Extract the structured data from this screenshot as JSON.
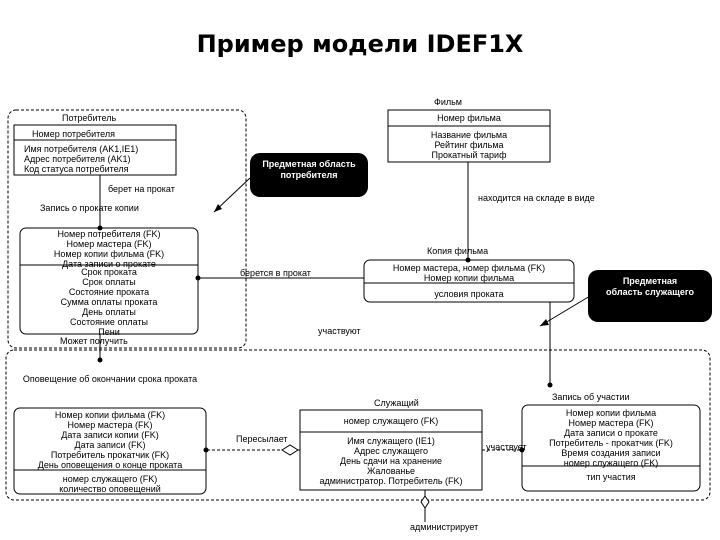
{
  "title": "Пример модели IDEF1X",
  "entities": {
    "consumer": {
      "name": "Потребитель",
      "key": [
        "Номер потребителя"
      ],
      "attrs": [
        "Имя потребителя (AK1,IE1)",
        "Адрес потребителя (AK1)",
        "Код статуса потребителя"
      ]
    },
    "film": {
      "name": "Фильм",
      "key": [
        "Номер фильма"
      ],
      "attrs": [
        "Название фильма",
        "Рейтинг фильма",
        "Прокатный тариф"
      ]
    },
    "rental_record": {
      "name": "Запись о прокате копии",
      "key": [
        "Номер потребителя (FK)",
        "Номер мастера (FK)",
        "Номер копии фильма (FK)",
        "Дата записи о прокате"
      ],
      "attrs": [
        "Срок проката",
        "Срок оплаты",
        "Состояние проката",
        "Сумма оплаты проката",
        "День оплаты",
        "Состояние оплаты",
        "Пени"
      ]
    },
    "film_copy": {
      "name": "Копия фильма",
      "key": [
        "Номер мастера, номер фильма (FK)",
        "Номер копии фильма"
      ],
      "attrs": [
        "условия проката"
      ]
    },
    "notification": {
      "name": "Оповещение об окончании срока проката",
      "key": [
        "Номер копии фильма (FK)",
        "Номер мастера (FK)",
        "Дата записи копии (FK)",
        "Дата записи (FK)",
        "Потребитель прокатчик (FK)",
        "День оповещения о конце проката"
      ],
      "attrs": [
        "номер служащего (FK)",
        "количество оповещений"
      ]
    },
    "employee": {
      "name": "Служащий",
      "key": [
        "номер служащего (FK)"
      ],
      "attrs": [
        "Имя служащего (IE1)",
        "Адрес служащего",
        "День сдачи на хранение",
        "Жалованье",
        "администратор. Потребитель (FK)"
      ]
    },
    "participation": {
      "name": "Запись об участии",
      "key": [
        "Номер копии фильма",
        "Номер мастера (FK)",
        "Дата записи о прокате",
        "Потребитель - прокатчик (FK)",
        "Время создания записи",
        "номер служащего (FK)"
      ],
      "attrs": [
        "тип участия"
      ]
    }
  },
  "relations": {
    "takes_rental": "берет на прокат",
    "stored": "находится на складе в виде",
    "taken_rental": "берется в прокат",
    "participates": "участвуют",
    "may_receive": "Может получить",
    "sends": "Пересылает",
    "participant": "участвует",
    "administers": "администрирует"
  },
  "callouts": {
    "consumer_domain": "Предметная область потребителя",
    "employee_domain": "Предметная область служащего"
  }
}
